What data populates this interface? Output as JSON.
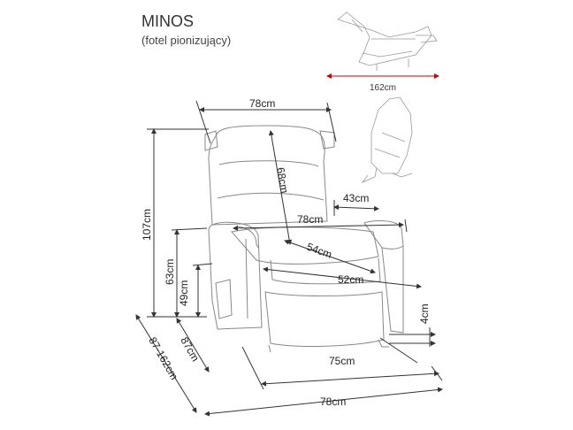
{
  "header": {
    "title": "MINOS",
    "subtitle": "(fotel pionizujący)"
  },
  "dimensions": {
    "reclined_length": "162cm",
    "width_top": "78cm",
    "back_height": "68cm",
    "armrest_depth": "43cm",
    "armrest_width": "78cm",
    "total_height": "107cm",
    "seat_depth": "54cm",
    "arm_height": "63cm",
    "seat_width": "52cm",
    "seat_height": "49cm",
    "leg_height": "4cm",
    "depth": "87cm",
    "depth_range": "87-162cm",
    "base_width": "75cm",
    "bottom_width": "78cm"
  },
  "colors": {
    "line": "#333333",
    "sketch": "#888888",
    "accent": "#cc0000"
  }
}
